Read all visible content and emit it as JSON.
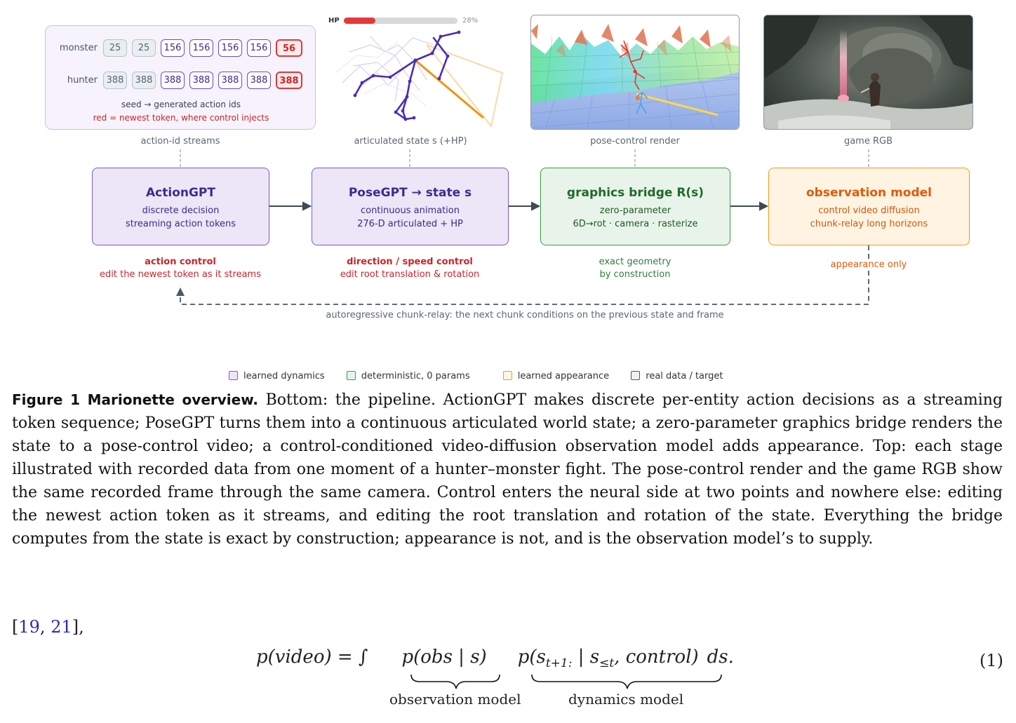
{
  "top_panels": {
    "action_ids": {
      "rows": [
        {
          "label": "monster",
          "seed": [
            "25",
            "25"
          ],
          "generated": [
            "156",
            "156",
            "156",
            "156"
          ],
          "newest": "56"
        },
        {
          "label": "hunter",
          "seed": [
            "388",
            "388"
          ],
          "generated": [
            "388",
            "388",
            "388",
            "388"
          ],
          "newest": "388"
        }
      ],
      "note_line1": "seed → generated action ids",
      "note_line2": "red = newest token, where control injects",
      "caption": "action-id streams"
    },
    "articulated": {
      "hp_label": "HP",
      "hp_value": 0.28,
      "hp_text": "28%",
      "caption": "articulated state s (+HP)"
    },
    "pose_render": {
      "caption": "pose-control render"
    },
    "game_rgb": {
      "caption": "game RGB"
    }
  },
  "stages": [
    {
      "title": "ActionGPT",
      "sub1": "discrete decision",
      "sub2": "streaming action tokens",
      "under_title": "action control",
      "under_sub": "edit the newest token as it streams"
    },
    {
      "title": "PoseGPT → state s",
      "sub1": "continuous animation",
      "sub2": "276-D articulated + HP",
      "under_title": "direction / speed control",
      "under_sub": "edit root translation & rotation"
    },
    {
      "title": "graphics bridge R(s)",
      "sub1": "zero-parameter",
      "sub2": "6D→rot · camera · rasterize",
      "under_title": "exact geometry",
      "under_sub": "by construction"
    },
    {
      "title": "observation model",
      "sub1": "control video diffusion",
      "sub2": "chunk-relay long horizons",
      "under_title": "appearance only",
      "under_sub": ""
    }
  ],
  "relay_text": "autoregressive chunk-relay: the next chunk conditions on the previous state and frame",
  "legend": [
    {
      "label": "learned dynamics",
      "color": "#7b5cc9"
    },
    {
      "label": "deterministic, 0 params",
      "color": "#3a9a48"
    },
    {
      "label": "learned appearance",
      "color": "#f39a1c"
    },
    {
      "label": "real data / target",
      "color": "#4a5a66"
    }
  ],
  "caption": {
    "lead": "Figure 1  Marionette overview.",
    "body": " Bottom: the pipeline. ActionGPT makes discrete per-entity action decisions as a streaming token sequence; PoseGPT turns them into a continuous articulated world state; a zero-parameter graphics bridge renders the state to a pose-control video; a control-conditioned video-diffusion observation model adds appearance. Top: each stage illustrated with recorded data from one moment of a hunter–monster fight. The pose-control render and the game RGB show the same recorded frame through the same camera. Control enters the neural side at two points and nowhere else: editing the newest action token as it streams, and editing the root translation and rotation of the state. Everything the bridge computes from the state is exact by construction; appearance is not, and is the observation model’s to supply."
  },
  "refs": {
    "open": "[",
    "r1": "19",
    "sep": ", ",
    "r2": "21",
    "close": "],"
  },
  "equation": {
    "lhs": "p(video) = ∫",
    "term1": "p(obs | s)",
    "term2": "p(s",
    "term2_sub1": "t+1:",
    "term2_mid": " | s",
    "term2_sub2": "≤t",
    "term2_end": ", control)",
    "tail": "ds.",
    "label1": "observation model",
    "label2": "dynamics model",
    "number": "(1)"
  }
}
